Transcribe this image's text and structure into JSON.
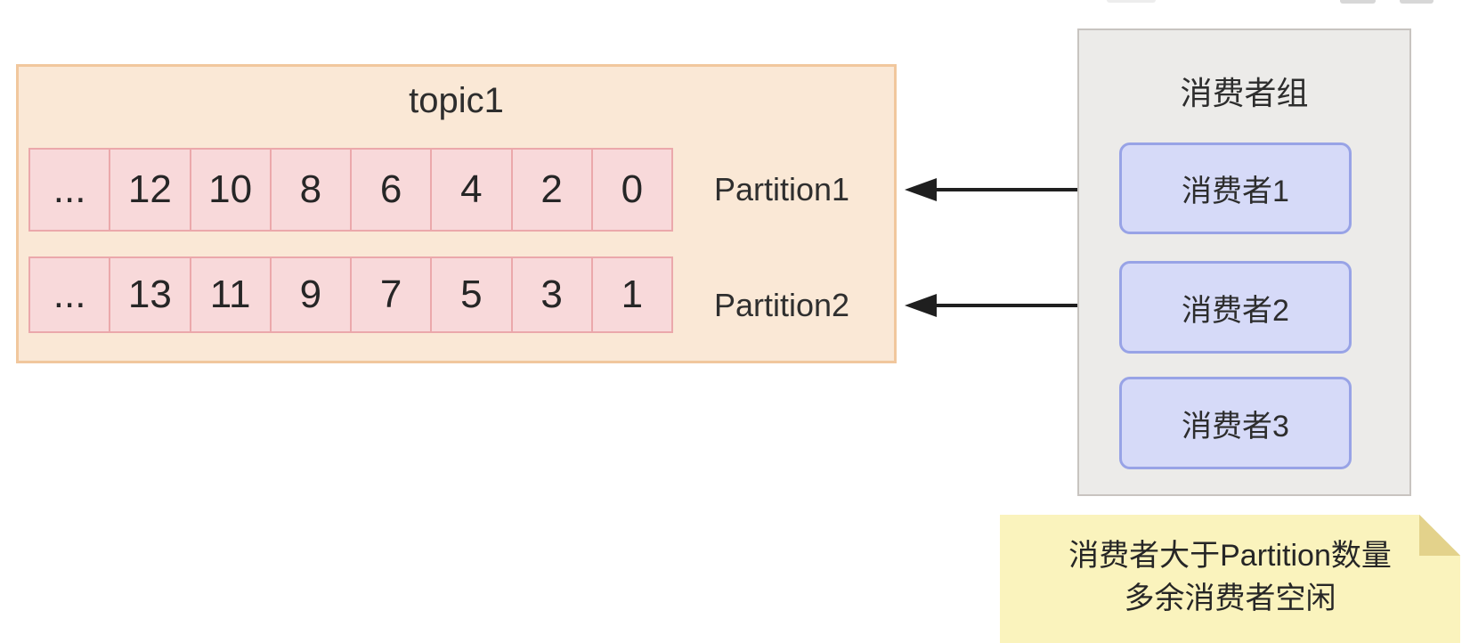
{
  "topic": {
    "title": "topic1",
    "partitions": [
      {
        "label": "Partition1",
        "cells": [
          "...",
          "12",
          "10",
          "8",
          "6",
          "4",
          "2",
          "0"
        ]
      },
      {
        "label": "Partition2",
        "cells": [
          "...",
          "13",
          "11",
          "9",
          "7",
          "5",
          "3",
          "1"
        ]
      }
    ]
  },
  "consumer_group": {
    "title": "消费者组",
    "consumers": [
      {
        "label": "消费者1"
      },
      {
        "label": "消费者2"
      },
      {
        "label": "消费者3"
      }
    ]
  },
  "arrows": [
    {
      "from": "消费者1",
      "to": "Partition1"
    },
    {
      "from": "消费者2",
      "to": "Partition2"
    }
  ],
  "note": {
    "line1": "消费者大于Partition数量",
    "line2": "多余消费者空闲"
  },
  "colors": {
    "topic_fill": "#fae8d6",
    "topic_border": "#f1c79d",
    "cell_fill": "#f8d9da",
    "cell_border": "#eba8ab",
    "group_fill": "#ecebe9",
    "group_border": "#c8c4c0",
    "consumer_fill": "#d6daf8",
    "consumer_border": "#98a3e6",
    "note_fill": "#faf3bd",
    "note_fold": "#e3d28b",
    "arrow": "#1f1f1f"
  }
}
